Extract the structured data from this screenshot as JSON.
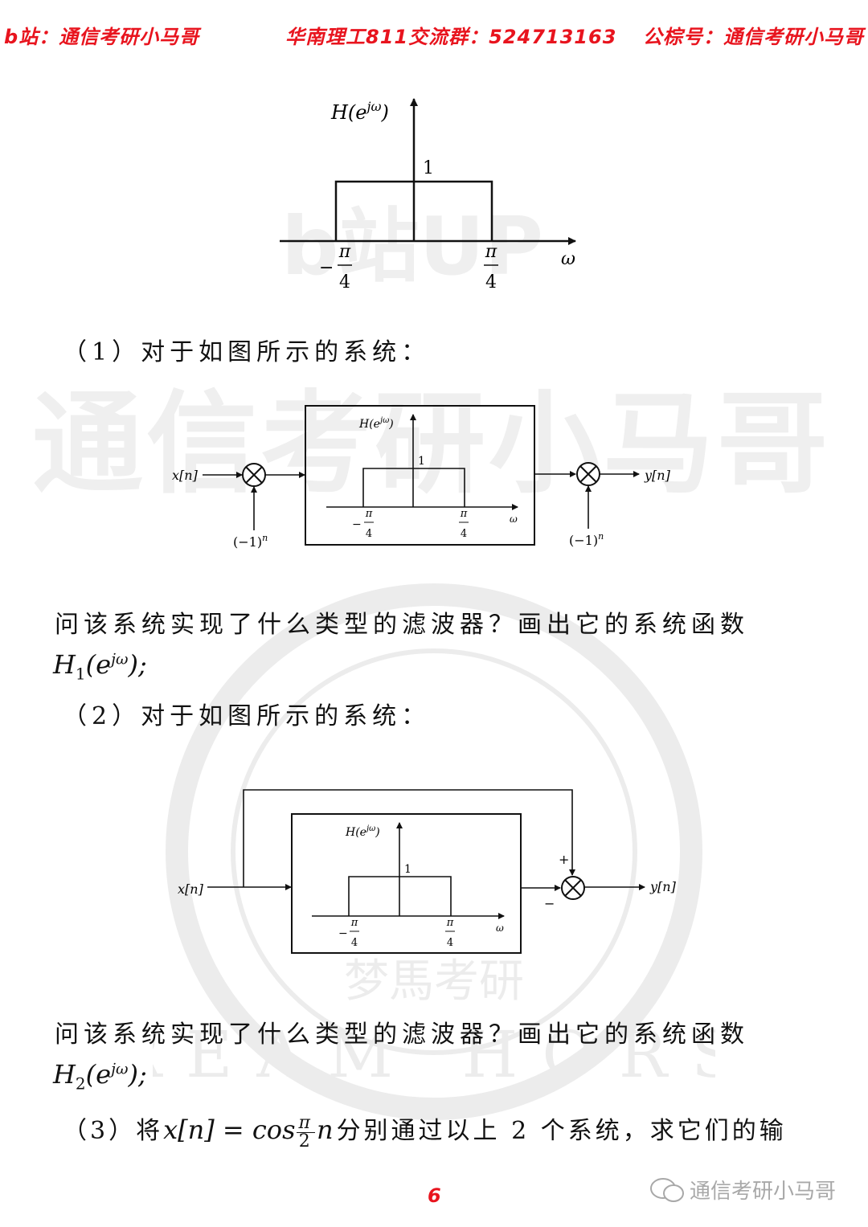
{
  "header": {
    "left": "b站：通信考研小马哥",
    "center": "华南理工811交流群：524713163",
    "right": "公棕号：通信考研小马哥",
    "color": "#e8141e"
  },
  "figure1": {
    "ylabel": "H(e",
    "ylabel_sup": "jω",
    "ylabel_close": ")",
    "peak": "1",
    "neg_sign": "−",
    "cut_num": "π",
    "cut_den": "4",
    "xlabel": "ω"
  },
  "q1": {
    "title": "（1）对于如图所示的系统："
  },
  "diagram1": {
    "input": "x[n]",
    "output": "y[n]",
    "mod_left": "(−1)",
    "mod_right": "(−1)",
    "mod_exp": "n",
    "block": {
      "ylabel": "H(e",
      "ylabel_sup": "jω",
      "ylabel_close": ")",
      "peak": "1",
      "neg_sign": "−",
      "cut_num": "π",
      "cut_den": "4",
      "xlabel": "ω"
    }
  },
  "ask1": {
    "text": "问该系统实现了什么类型的滤波器？画出它的系统函数",
    "fn": "H",
    "fn_sub": "1",
    "fn_arg": "(e",
    "fn_sup": "jω",
    "fn_end": ");"
  },
  "q2": {
    "title": "（2）对于如图所示的系统："
  },
  "diagram2": {
    "input": "x[n]",
    "output": "y[n]",
    "plus": "+",
    "minus": "−",
    "block": {
      "ylabel": "H(e",
      "ylabel_sup": "jω",
      "ylabel_close": ")",
      "peak": "1",
      "neg_sign": "−",
      "cut_num": "π",
      "cut_den": "4",
      "xlabel": "ω"
    }
  },
  "ask2": {
    "text": "问该系统实现了什么类型的滤波器？画出它的系统函数",
    "fn": "H",
    "fn_sub": "2",
    "fn_arg": "(e",
    "fn_sup": "jω",
    "fn_end": ");"
  },
  "q3": {
    "prefix": "（3）将",
    "x": "x[n] = cos",
    "frac_num": "π",
    "frac_den": "2",
    "n": "n",
    "suffix": "分别通过以上 2 个系统，求它们的输"
  },
  "page_number": "6",
  "watermarks": {
    "big": "通信考研小马哥",
    "bili": "b站UP",
    "seal_en": "DREAM HORSE",
    "seal_cn": "梦馬考研",
    "wechat": "通信考研小马哥"
  }
}
